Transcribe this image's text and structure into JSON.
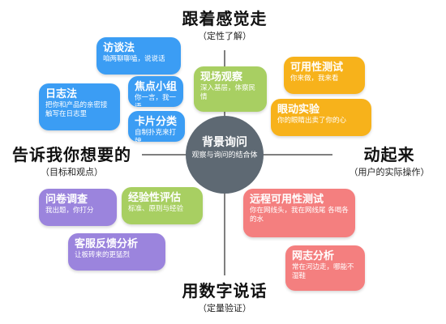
{
  "axes": {
    "top": {
      "title": "跟着感觉走",
      "sub": "（定性了解）"
    },
    "bottom": {
      "title": "用数字说话",
      "sub": "（定量验证）"
    },
    "left": {
      "title": "告诉我你想要的",
      "sub": "（目标和观点）"
    },
    "right": {
      "title": "动起来",
      "sub": "（用户的实际操作）"
    }
  },
  "center": {
    "title": "背景询问",
    "desc": "观察与询问的结合体"
  },
  "methods": {
    "interview": {
      "title": "访谈法",
      "desc": "咱两聊聊嗑，说说话"
    },
    "diary": {
      "title": "日志法",
      "desc": "把你和产品的亲密接触写在日志里"
    },
    "focus_group": {
      "title": "焦点小组",
      "desc": "你一言，我一语"
    },
    "card_sort": {
      "title": "卡片分类",
      "desc": "自制扑克来打牌"
    },
    "field_observation": {
      "title": "现场观察",
      "desc": "深入基层，体察民情"
    },
    "usability_test": {
      "title": "可用性测试",
      "desc": "你来做，我来看"
    },
    "eye_tracking": {
      "title": "眼动实验",
      "desc": "你的眼睛出卖了你的心"
    },
    "survey": {
      "title": "问卷调查",
      "desc": "我出题，你打分"
    },
    "heuristic_eval": {
      "title": "经验性评估",
      "desc": "标准、原则与经验"
    },
    "feedback_analysis": {
      "title": "客服反馈分析",
      "desc": "让板砖来的更猛烈"
    },
    "remote_usability": {
      "title": "远程可用性测试",
      "desc": "你在网线头，我在网线尾 各喝各的水"
    },
    "web_log_analysis": {
      "title": "网志分析",
      "desc": "常在河边走，哪能不湿鞋"
    }
  },
  "colors": {
    "blue": "#3b9df4",
    "green": "#a8cf62",
    "orange": "#f7b21b",
    "purple": "#9b84dd",
    "pink": "#f47f7f",
    "center": "#5e6973",
    "axis": "#555555"
  }
}
